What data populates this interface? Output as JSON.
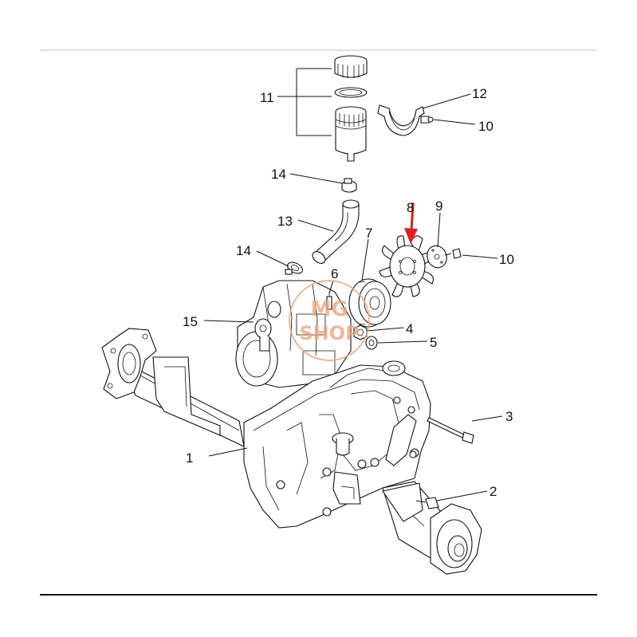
{
  "diagram": {
    "callouts": [
      "1",
      "2",
      "3",
      "4",
      "5",
      "6",
      "7",
      "8",
      "9",
      "10",
      "10",
      "11",
      "12",
      "13",
      "14",
      "14",
      "15"
    ],
    "watermark": {
      "line1": "MG",
      "line2": "SHOP"
    },
    "colors": {
      "highlight_arrow": "#e0201c",
      "watermark": "#f2a47c",
      "rule": "#111111",
      "top_rule": "#cfcfcf"
    }
  }
}
